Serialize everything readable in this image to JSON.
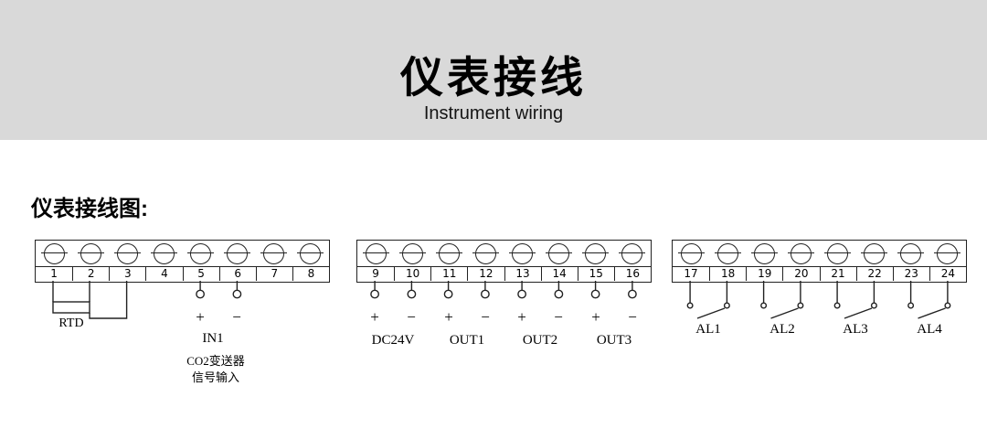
{
  "header": {
    "title": "仪表接线",
    "subtitle": "Instrument wiring"
  },
  "section_title": "仪表接线图:",
  "blocks": [
    {
      "name": "terminal-block-1",
      "terminals": [
        "1",
        "2",
        "3",
        "4",
        "5",
        "6",
        "7",
        "8"
      ]
    },
    {
      "name": "terminal-block-2",
      "terminals": [
        "9",
        "10",
        "11",
        "12",
        "13",
        "14",
        "15",
        "16"
      ]
    },
    {
      "name": "terminal-block-3",
      "terminals": [
        "17",
        "18",
        "19",
        "20",
        "21",
        "22",
        "23",
        "24"
      ]
    }
  ],
  "annotations": {
    "rtd": {
      "label": "RTD"
    },
    "in1": {
      "plus": "+",
      "minus": "−",
      "line1": "IN1",
      "line2": "CO2变送器",
      "line3": "信号输入"
    },
    "power_outputs": [
      {
        "plus": "+",
        "minus": "−",
        "label": "DC24V"
      },
      {
        "plus": "+",
        "minus": "−",
        "label": "OUT1"
      },
      {
        "plus": "+",
        "minus": "−",
        "label": "OUT2"
      },
      {
        "plus": "+",
        "minus": "−",
        "label": "OUT3"
      }
    ],
    "alarms": [
      {
        "label": "AL1"
      },
      {
        "label": "AL2"
      },
      {
        "label": "AL3"
      },
      {
        "label": "AL4"
      }
    ]
  }
}
